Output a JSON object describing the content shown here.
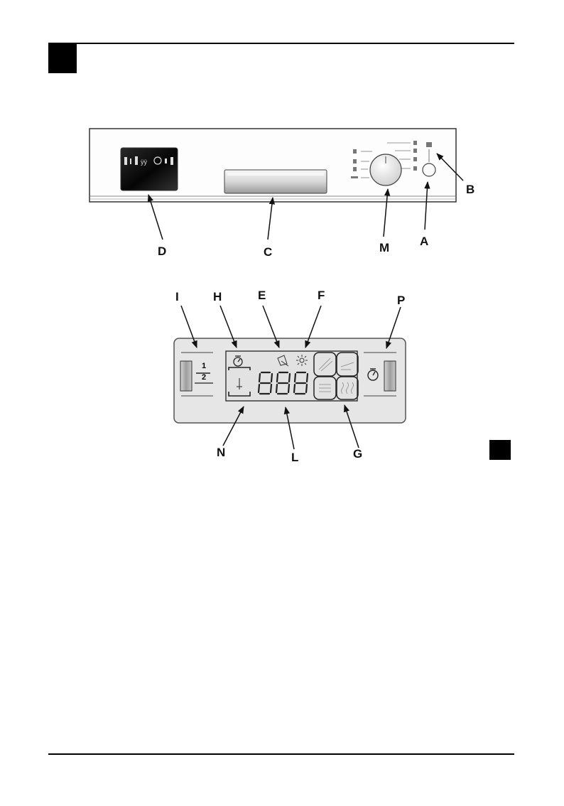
{
  "header": {
    "corner_block_color": "#000000",
    "rule_color": "#000000"
  },
  "diagram": {
    "callouts": [
      {
        "id": "D",
        "label": "D"
      },
      {
        "id": "C",
        "label": "C"
      },
      {
        "id": "M",
        "label": "M"
      },
      {
        "id": "A",
        "label": "A"
      },
      {
        "id": "B",
        "label": "B"
      },
      {
        "id": "I",
        "label": "I"
      },
      {
        "id": "H",
        "label": "H"
      },
      {
        "id": "E",
        "label": "E"
      },
      {
        "id": "F",
        "label": "F"
      },
      {
        "id": "P",
        "label": "P"
      },
      {
        "id": "N",
        "label": "N"
      },
      {
        "id": "L",
        "label": "L"
      },
      {
        "id": "G",
        "label": "G"
      }
    ],
    "display": {
      "digits": "888",
      "half_load_numerator": "1",
      "half_load_denominator": "2"
    }
  },
  "colors": {
    "panel_fill": "#e6e6e6",
    "panel_stroke": "#555555",
    "screen_dark": "#111111",
    "button_fill": "#bdbdbd"
  }
}
